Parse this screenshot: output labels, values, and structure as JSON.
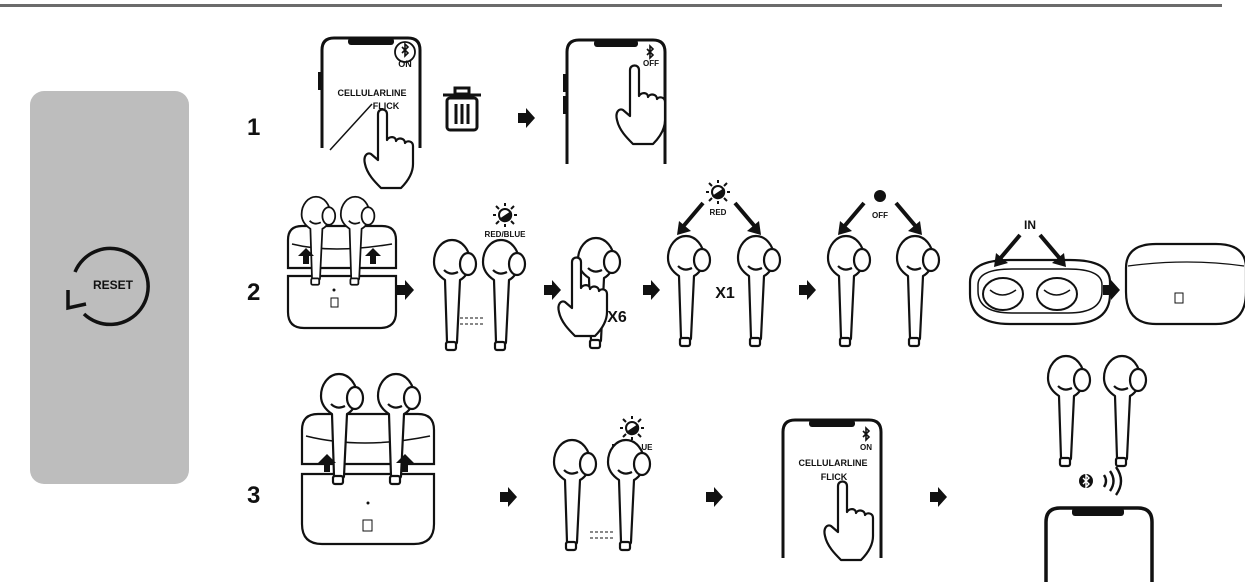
{
  "reset_panel": {
    "label": "RESET",
    "icon": "reset-arrow-icon"
  },
  "steps": [
    {
      "number": "1"
    },
    {
      "number": "2"
    },
    {
      "number": "3"
    }
  ],
  "step1": {
    "phone1_status": "ON",
    "phone1_device": "CELLULARLINE",
    "phone1_device2": "FLICK",
    "phone2_status": "OFF"
  },
  "step2": {
    "led1_label": "RED/BLUE",
    "tap_count": "X6",
    "led2_label": "RED",
    "release_count": "X1",
    "led3_label": "OFF",
    "insert_label": "IN"
  },
  "step3": {
    "led_label": "RED/BLUE",
    "phone_status": "ON",
    "phone_device": "CELLULARLINE",
    "phone_device2": "FLICK"
  },
  "icons": [
    "bluetooth-icon",
    "trash-icon",
    "light-icon",
    "hand-tap-icon",
    "sound-waves-icon"
  ]
}
